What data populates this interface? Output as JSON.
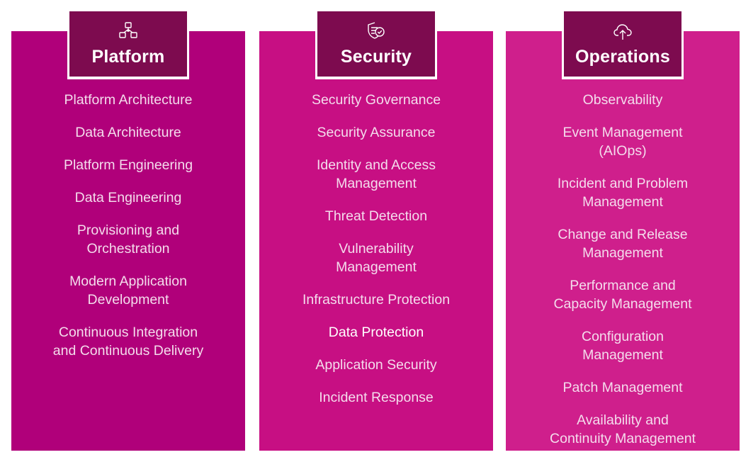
{
  "columns": [
    {
      "key": "platform",
      "title": "Platform",
      "icon": "connected-boxes-icon",
      "items": [
        "Platform Architecture",
        "Data Architecture",
        "Platform Engineering",
        "Data Engineering",
        "Provisioning and\nOrchestration",
        "Modern Application\nDevelopment",
        "Continuous Integration\nand Continuous Delivery"
      ]
    },
    {
      "key": "security",
      "title": "Security",
      "icon": "shield-check-icon",
      "items": [
        "Security Governance",
        "Security Assurance",
        "Identity and Access\nManagement",
        "Threat Detection",
        "Vulnerability\nManagement",
        "Infrastructure Protection",
        "Data Protection",
        "Application Security",
        "Incident Response"
      ]
    },
    {
      "key": "operations",
      "title": "Operations",
      "icon": "cloud-upload-icon",
      "items": [
        "Observability",
        "Event Management\n(AIOps)",
        "Incident and Problem\nManagement",
        "Change and Release\nManagement",
        "Performance and\nCapacity Management",
        "Configuration\nManagement",
        "Patch Management",
        "Availability and\nContinuity Management"
      ]
    }
  ],
  "colors": {
    "platform": "#b0007a",
    "security": "#c70f83",
    "operations": "#cf1f8c",
    "header": "#7d0b4f",
    "text": "#f4dcec"
  }
}
